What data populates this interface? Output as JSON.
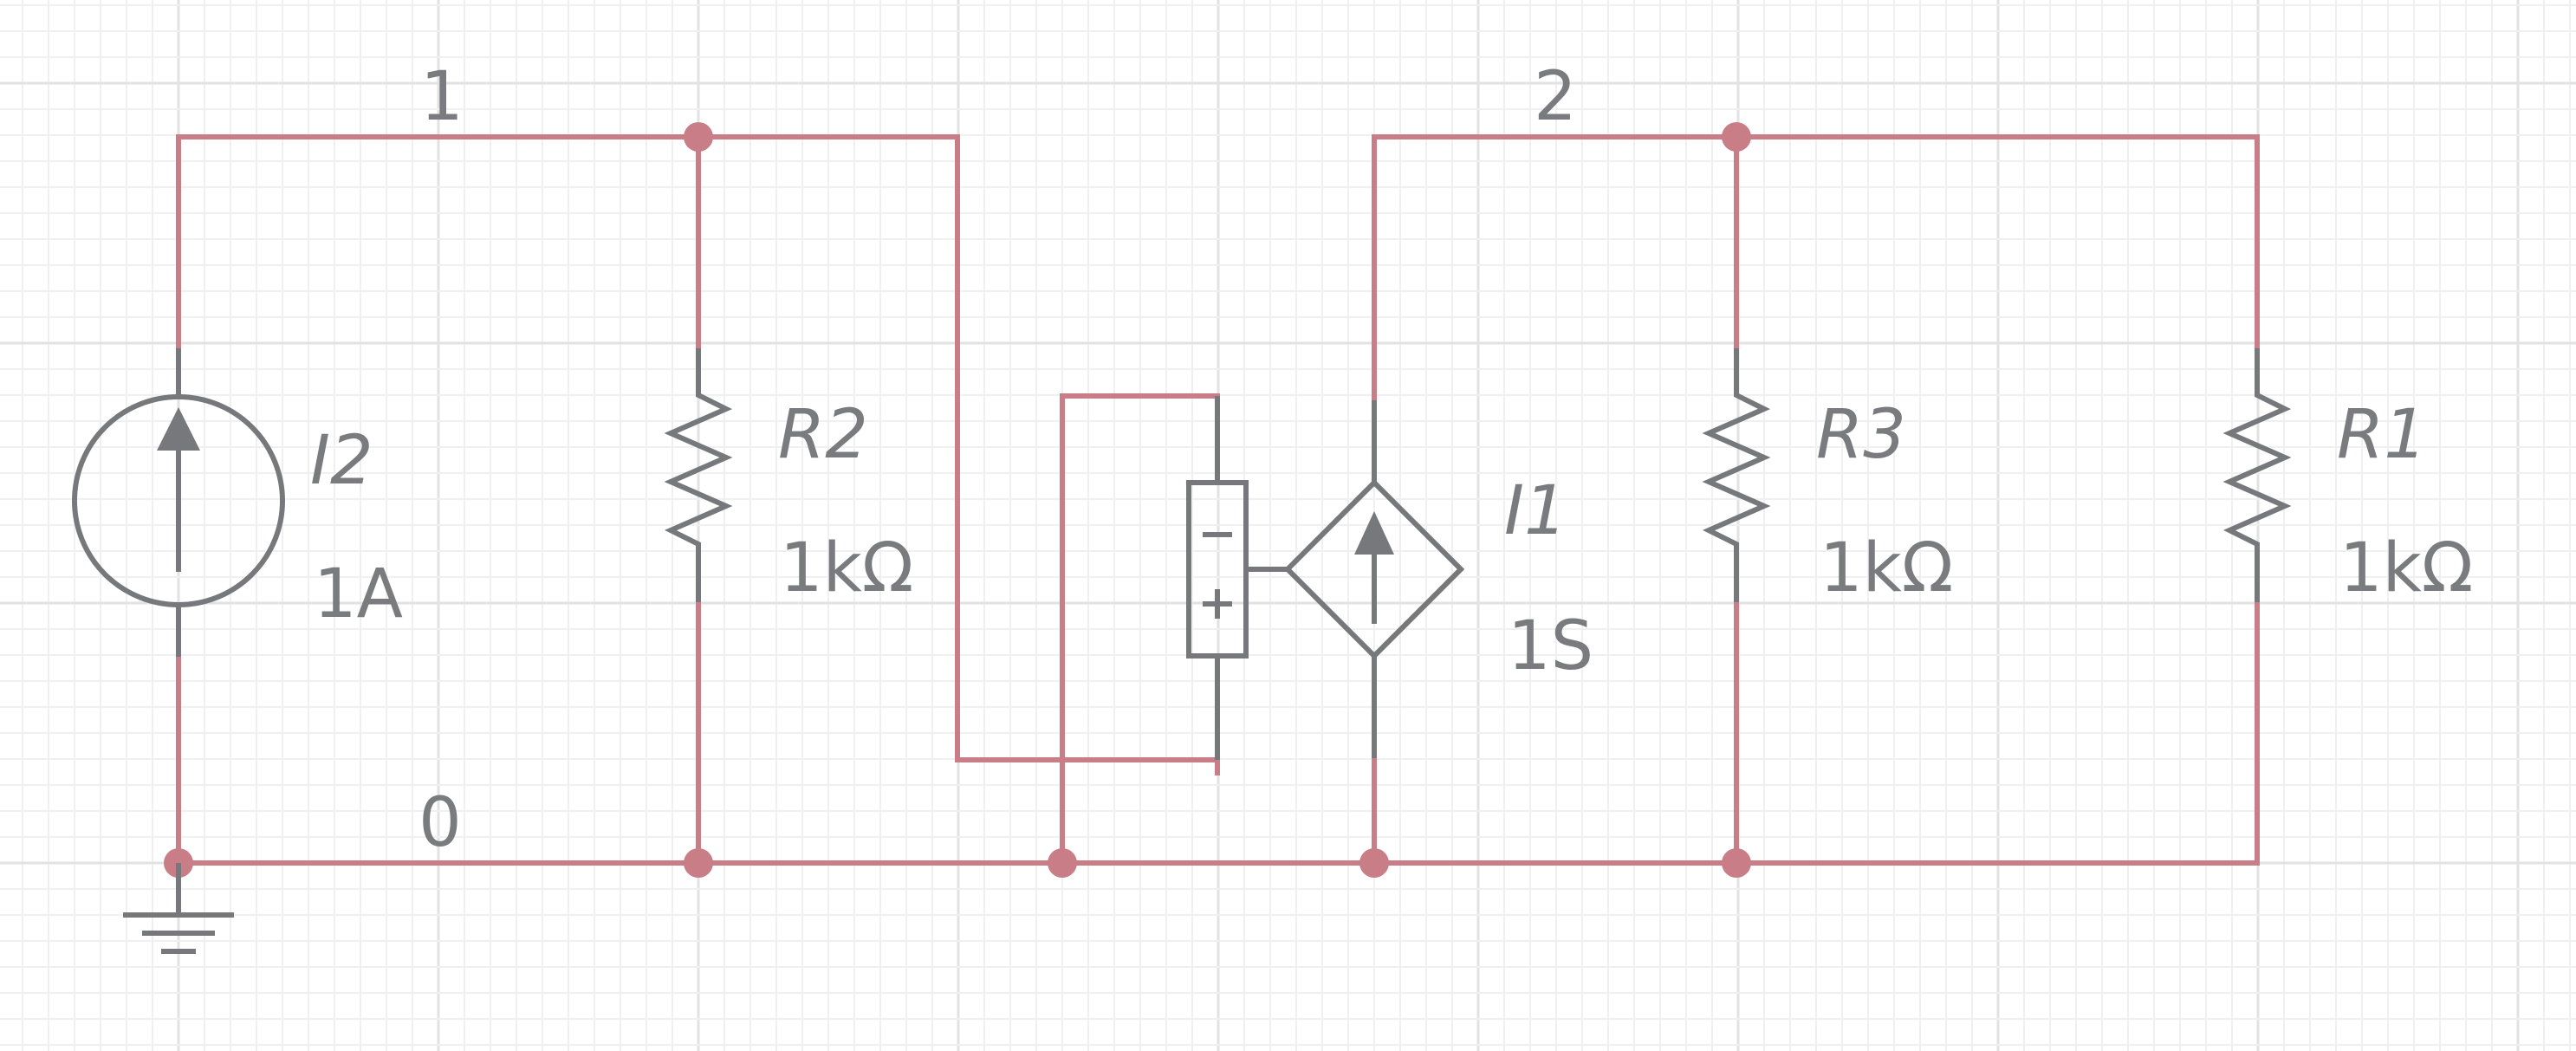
{
  "nodes": {
    "n1": "1",
    "n2": "2",
    "n0": "0"
  },
  "components": {
    "I2": {
      "name": "I2",
      "value": "1A",
      "type": "current-source"
    },
    "R2": {
      "name": "R2",
      "value": "1kΩ",
      "type": "resistor"
    },
    "I1": {
      "name": "I1",
      "value": "1S",
      "type": "voltage-controlled-current-source"
    },
    "R3": {
      "name": "R3",
      "value": "1kΩ",
      "type": "resistor"
    },
    "R1": {
      "name": "R1",
      "value": "1kΩ",
      "type": "resistor"
    }
  },
  "colors": {
    "wire": "#c87d87",
    "component": "#76787b",
    "label": "#7a7b7e",
    "grid": "#e2e2e2"
  }
}
